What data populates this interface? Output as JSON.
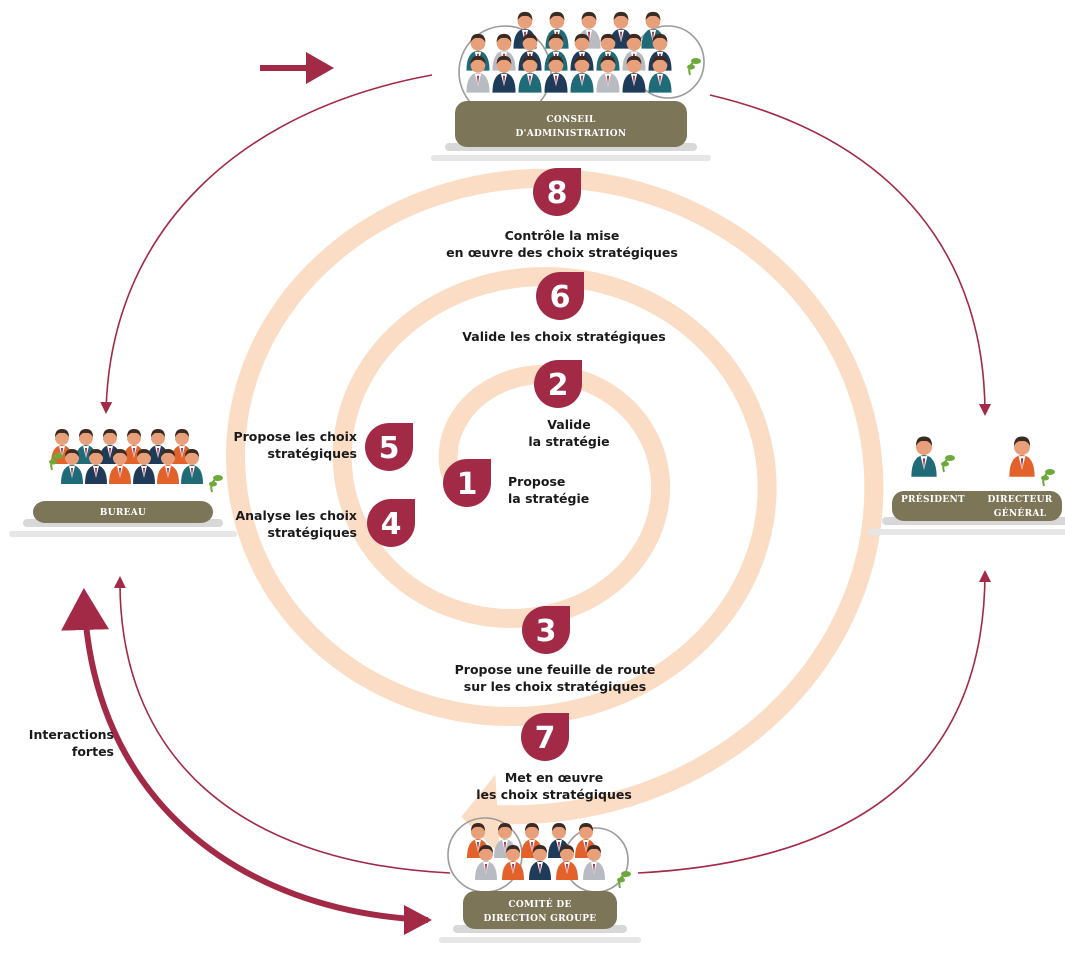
{
  "colors": {
    "crimson": "#A32A46",
    "spiral": "#FBDCC4",
    "plate": "#7C7558",
    "shadow": "#D8D8D8",
    "suit_dark": "#1E3C5A",
    "suit_teal": "#1F6B78",
    "suit_orange": "#E3622B",
    "suit_grey": "#B8BCC2",
    "skin": "#E8A07A",
    "hair": "#3A2A22",
    "leaf": "#6FA93A"
  },
  "groups": {
    "conseil": {
      "line1": "CONSEIL",
      "line2": "D'ADMINISTRATION"
    },
    "bureau": {
      "label": "BUREAU"
    },
    "president": {
      "label": "PRÉSIDENT"
    },
    "directeur": {
      "line1": "DIRECTEUR",
      "line2": "GÉNÉRAL"
    },
    "comite": {
      "line1": "COMITÉ DE",
      "line2": "DIRECTION GROUPE"
    }
  },
  "steps": [
    {
      "num": "1",
      "line1": "Propose",
      "line2": "la stratégie"
    },
    {
      "num": "2",
      "line1": "Valide",
      "line2": "la stratégie"
    },
    {
      "num": "3",
      "line1": "Propose une feuille de route",
      "line2": "sur les choix stratégiques"
    },
    {
      "num": "4",
      "line1": "Analyse les choix",
      "line2": "stratégiques"
    },
    {
      "num": "5",
      "line1": "Propose les choix",
      "line2": "stratégiques"
    },
    {
      "num": "6",
      "line1": "Valide les choix stratégiques",
      "line2": ""
    },
    {
      "num": "7",
      "line1": "Met en œuvre",
      "line2": "les choix stratégiques"
    },
    {
      "num": "8",
      "line1": "Contrôle la mise",
      "line2": "en œuvre des choix stratégiques"
    }
  ],
  "interactions": {
    "line1": "Interactions",
    "line2": "fortes"
  }
}
